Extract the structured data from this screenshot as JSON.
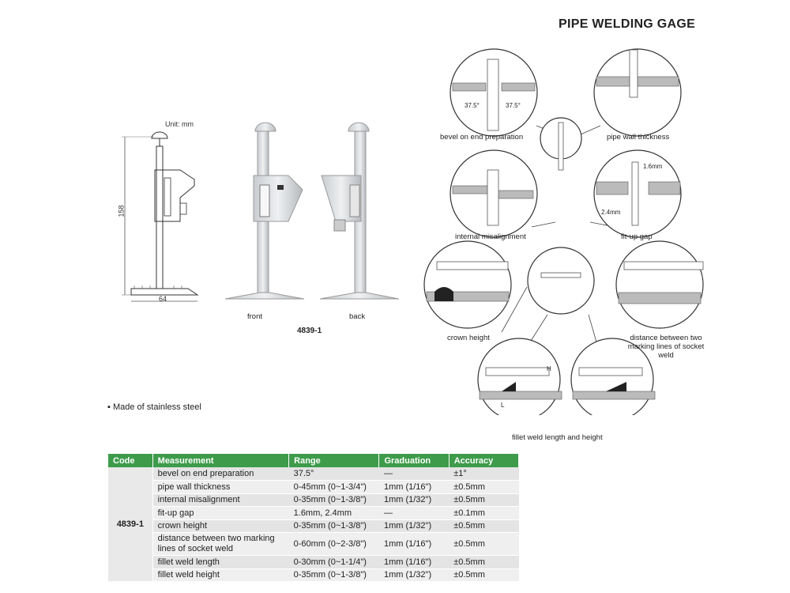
{
  "title": "PIPE WELDING GAGE",
  "drawing": {
    "unit": "Unit: mm",
    "height_dim": "158",
    "width_dim": "64"
  },
  "photos": {
    "front": "front",
    "back": "back",
    "model": "4839-1"
  },
  "diagram_labels": {
    "bevel": "bevel on end preparation",
    "bevel_angle_left": "37.5°",
    "bevel_angle_right": "37.5°",
    "wall": "pipe wall thickness",
    "misalign": "internal misalignment",
    "fitup": "fit-up gap",
    "fitup_a": "1.6mm",
    "fitup_b": "2.4mm",
    "crown": "crown height",
    "distance": "distance between two marking lines of socket weld",
    "fillet": "fillet weld length and height",
    "mark_h": "H",
    "mark_l": "L"
  },
  "note": "Made of stainless steel",
  "table": {
    "headers": [
      "Code",
      "Measurement",
      "Range",
      "Graduation",
      "Accuracy"
    ],
    "code": "4839-1",
    "rows": [
      {
        "m": "bevel on end preparation",
        "r": "37.5°",
        "g": "—",
        "a": "±1°"
      },
      {
        "m": "pipe wall thickness",
        "r": "0-45mm (0~1-3/4\")",
        "g": "1mm (1/16\")",
        "a": "±0.5mm"
      },
      {
        "m": "internal misalignment",
        "r": "0-35mm (0~1-3/8\")",
        "g": "1mm (1/32\")",
        "a": "±0.5mm"
      },
      {
        "m": "fit-up gap",
        "r": "1.6mm, 2.4mm",
        "g": "—",
        "a": "±0.1mm"
      },
      {
        "m": "crown height",
        "r": "0-35mm (0~1-3/8\")",
        "g": "1mm (1/32\")",
        "a": "±0.5mm"
      },
      {
        "m": "distance between two marking lines of socket weld",
        "r": "0-60mm (0~2-3/8\")",
        "g": "1mm (1/16\")",
        "a": "±0.5mm"
      },
      {
        "m": "fillet weld length",
        "r": "0-30mm (0~1-1/4\")",
        "g": "1mm (1/16\")",
        "a": "±0.5mm"
      },
      {
        "m": "fillet weld height",
        "r": "0-35mm (0~1-3/8\")",
        "g": "1mm (1/32\")",
        "a": "±0.5mm"
      }
    ]
  }
}
